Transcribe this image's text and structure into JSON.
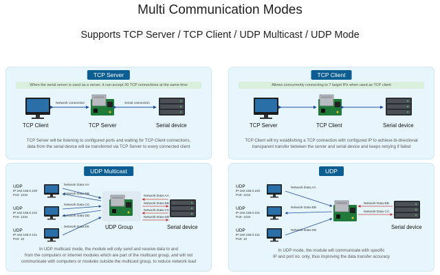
{
  "header": {
    "title": "Multi Communication Modes",
    "subtitle": "Supports TCP Server / TCP Client / UDP Multicast / UDP Mode"
  },
  "colors": {
    "panel_bg": "#e7f5fc",
    "badge": "#0c5e92",
    "note_bg": "#d9f0dc",
    "arrow_left": "#1f4e9a",
    "arrow_right": "#c23b3b"
  },
  "tcp_server": {
    "badge": "TCP Server",
    "note": "When the serial server is used as a server, it can accept 30 TCP connections at the same time",
    "left_label": "TCP Client",
    "mid_label": "TCP Server",
    "right_label": "Serial device",
    "net_label": "Network connection",
    "serial_label": "Serial connection",
    "desc_1": "TCP Server will be listening to configured ports and waiting for TCP Client connections,",
    "desc_2": "data from the serial device will be transferred via TCP Server to every connected client"
  },
  "tcp_client": {
    "badge": "TCP Client",
    "note": "Allows concurrently connecting to 7 target IPs when used as TCP client",
    "left_label": "TCP Server",
    "mid_label": "TCP Client",
    "right_label": "Serial device",
    "desc_1": "TCP Client will try establishing a TCP connection with configured IP to achieve bi-directional",
    "desc_2": "transparent transfer between the server and serial device and keeps retrying if failed"
  },
  "udp_multicast": {
    "badge": "UDP Multicast",
    "nodes": [
      {
        "name": "UDP",
        "ip": "IP:192.168.0.100",
        "port": "Port:  1234"
      },
      {
        "name": "UDP",
        "ip": "IP:192.168.0.101",
        "port": "Port:  1234"
      },
      {
        "name": "UDP",
        "ip": "IP:192.168.0.121",
        "port": "Port:  10"
      }
    ],
    "left_data": [
      "Network Data AA",
      "Network Data BB",
      "Network Data CC",
      "Network Data DD",
      "Network Data EE"
    ],
    "right_data": [
      "Network Data AA",
      "Network Data BB",
      "Network Data CC",
      "Network Data DD"
    ],
    "mid_label": "UDP Group",
    "right_label": "Serial device",
    "desc_1": "In UDP multicast mode, the module will only send and receive data to and",
    "desc_2": "from the computers or Internet modules which are part of the multicast group, and will not",
    "desc_3": "communicate with computers or modules outside the multicast group, to reduce network load"
  },
  "udp": {
    "badge": "UDP",
    "nodes": [
      {
        "name": "UDP",
        "ip": "IP:192.168.0.100",
        "port": "Port:  1234"
      },
      {
        "name": "UDP",
        "ip": "IP:192.168.0.101",
        "port": "Port:  1234"
      },
      {
        "name": "UDP",
        "ip": "IP:192.168.0.121",
        "port": "Port:  10"
      }
    ],
    "left_data": [
      "Network Data AA",
      "Network Data BB",
      "Network Data DD"
    ],
    "right_data": [
      "Network Data BB",
      "Network Data CC"
    ],
    "right_label": "Serial device",
    "desc_1": "In UDP mode, the module will communicate with specific",
    "desc_2": "IP and port no. only, thus improving the data transfer accuracy"
  }
}
